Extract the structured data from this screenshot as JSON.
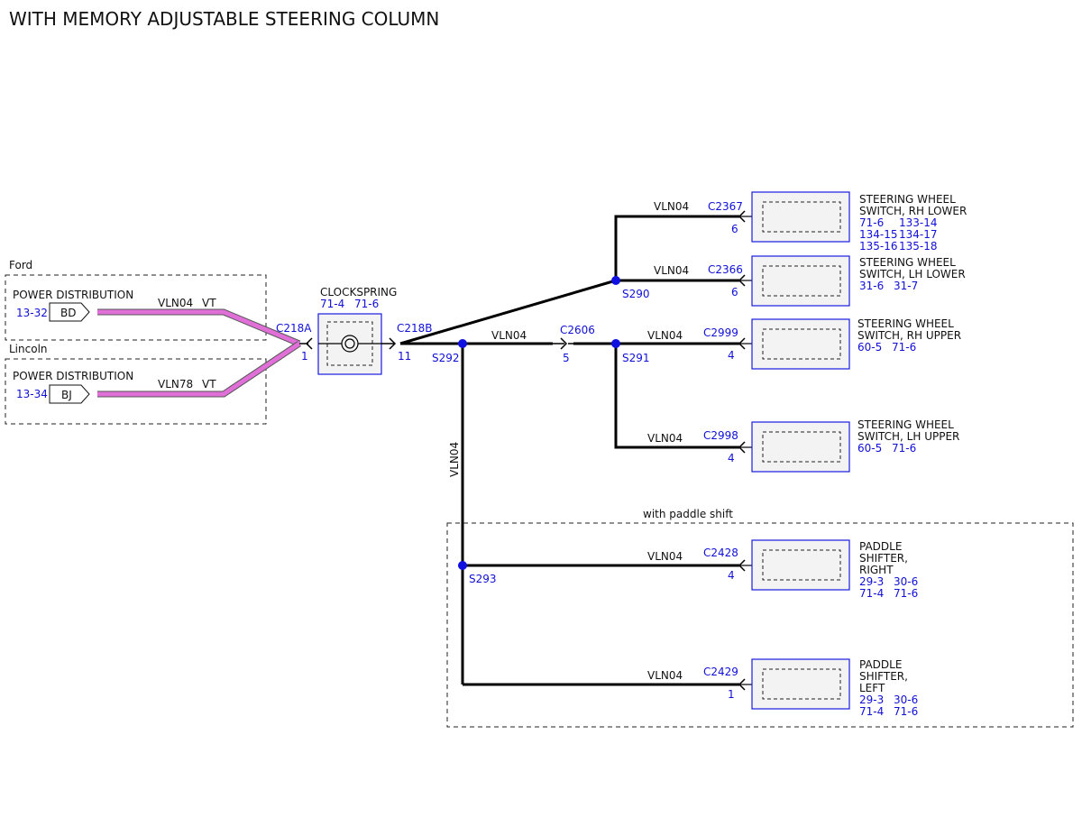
{
  "title": "WITH MEMORY ADJUSTABLE STEERING COLUMN",
  "ford": {
    "label": "Ford",
    "component": "POWER DISTRIBUTION",
    "ref": "13-32",
    "pin": "BD",
    "circuit": "VLN04",
    "color": "VT"
  },
  "lincoln": {
    "label": "Lincoln",
    "component": "POWER DISTRIBUTION",
    "ref": "13-34",
    "pin": "BJ",
    "circuit": "VLN78",
    "color": "VT"
  },
  "c218a": {
    "name": "C218A",
    "pin": "1"
  },
  "clockspring": {
    "name": "CLOCKSPRING",
    "ref1": "71-4",
    "ref2": "71-6"
  },
  "c218b": {
    "name": "C218B",
    "pin": "11"
  },
  "splices": {
    "s290": "S290",
    "s291": "S291",
    "s292": "S292",
    "s293": "S293"
  },
  "c2606": {
    "name": "C2606",
    "pin": "5"
  },
  "wires": {
    "w_s292_c2606": "VLN04",
    "w_s292_s293": "VLN04",
    "w_c2367": "VLN04",
    "w_c2366": "VLN04",
    "w_c2999": "VLN04",
    "w_c2998": "VLN04",
    "w_c2428": "VLN04",
    "w_c2429": "VLN04"
  },
  "connectors": {
    "c2367": {
      "name": "C2367",
      "pin": "6"
    },
    "c2366": {
      "name": "C2366",
      "pin": "6"
    },
    "c2999": {
      "name": "C2999",
      "pin": "4"
    },
    "c2998": {
      "name": "C2998",
      "pin": "4"
    },
    "c2428": {
      "name": "C2428",
      "pin": "4"
    },
    "c2429": {
      "name": "C2429",
      "pin": "1"
    }
  },
  "components": {
    "swrhl": {
      "line1": "STEERING WHEEL",
      "line2": "SWITCH, RH LOWER",
      "refs": [
        "71-6",
        "133-14",
        "134-15",
        "134-17",
        "135-16",
        "135-18"
      ]
    },
    "swlhl": {
      "line1": "STEERING WHEEL",
      "line2": "SWITCH, LH LOWER",
      "refs": [
        "31-6",
        "31-7"
      ]
    },
    "swrhu": {
      "line1": "STEERING WHEEL",
      "line2": "SWITCH, RH UPPER",
      "refs": [
        "60-5",
        "71-6"
      ]
    },
    "swlhu": {
      "line1": "STEERING WHEEL",
      "line2": "SWITCH, LH UPPER",
      "refs": [
        "60-5",
        "71-6"
      ]
    },
    "psr": {
      "line1": "PADDLE",
      "line2": "SHIFTER,",
      "line3": "RIGHT",
      "refs": [
        "29-3",
        "30-6",
        "71-4",
        "71-6"
      ]
    },
    "psl": {
      "line1": "PADDLE",
      "line2": "SHIFTER,",
      "line3": "LEFT",
      "refs": [
        "29-3",
        "30-6",
        "71-4",
        "71-6"
      ]
    }
  },
  "paddle_group": {
    "label": "with paddle shift"
  },
  "colors": {
    "wire_violet": "#e070d8",
    "connector_blue": "#1a1ae0",
    "splice_blue": "#1010e0"
  }
}
